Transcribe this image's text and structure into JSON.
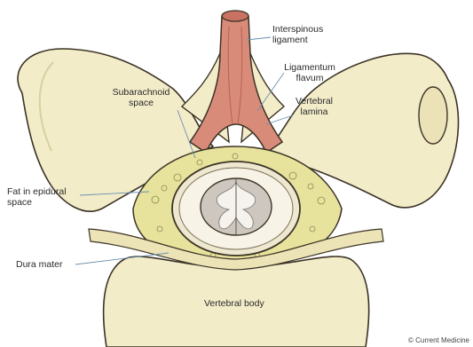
{
  "labels": {
    "interspinous": [
      "Interspinous",
      "ligament"
    ],
    "ligamentum_flavum": [
      "Ligamentum",
      "flavum"
    ],
    "vertebral_lamina": [
      "Vertebral",
      "lamina"
    ],
    "subarachnoid": [
      "Subarachnoid",
      "space"
    ],
    "fat_epidural": [
      "Fat in epidural",
      "space"
    ],
    "dura_mater": "Dura mater",
    "vertebral_body": "Vertebral body"
  },
  "credit": "© Current Medicine",
  "colors": {
    "bone": "#f3ecc9",
    "bone_shadow": "#d9cfa2",
    "ligament": "#d98b7a",
    "ligament_dark": "#b9604f",
    "fat": "#e7e29c",
    "outline": "#3b3325",
    "cord_gray": "#bdb6ae",
    "leader": "#6a8fb0"
  }
}
